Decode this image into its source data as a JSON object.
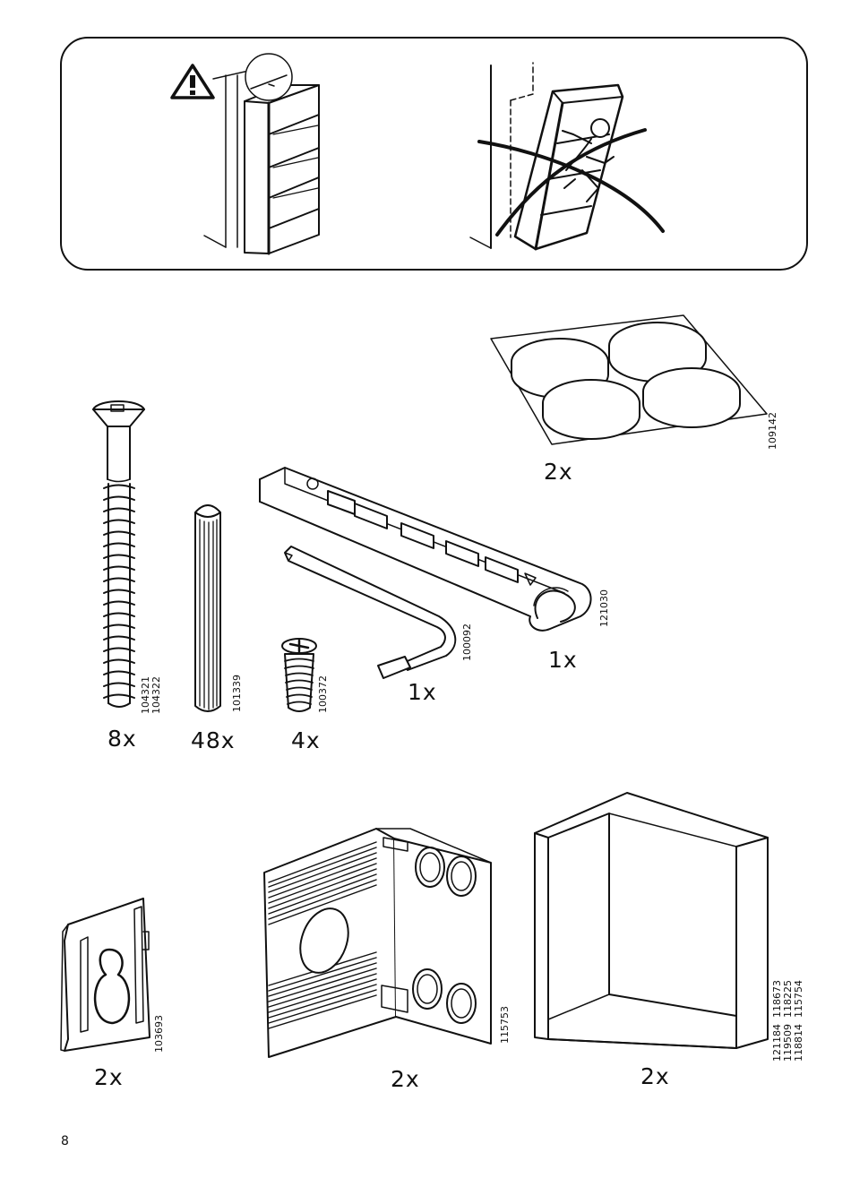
{
  "page_number": "8",
  "warning_icon": "warning-triangle-icon",
  "parts": [
    {
      "id": "felt-pads",
      "code": "109142",
      "qty": "2x"
    },
    {
      "id": "long-screw",
      "code": "104321\n104322",
      "qty": "8x"
    },
    {
      "id": "dowel",
      "code": "101339",
      "qty": "48x"
    },
    {
      "id": "short-screw",
      "code": "100372",
      "qty": "4x"
    },
    {
      "id": "allen-key",
      "code": "100092",
      "qty": "1x"
    },
    {
      "id": "drilling-jig",
      "code": "121030",
      "qty": "1x"
    },
    {
      "id": "wall-bracket",
      "code": "103693",
      "qty": "2x"
    },
    {
      "id": "corner-bracket",
      "code": "115753",
      "qty": "2x"
    },
    {
      "id": "corner-panel",
      "code": "121184  118673\n119509  118225\n118814  115754",
      "qty": "2x"
    }
  ]
}
